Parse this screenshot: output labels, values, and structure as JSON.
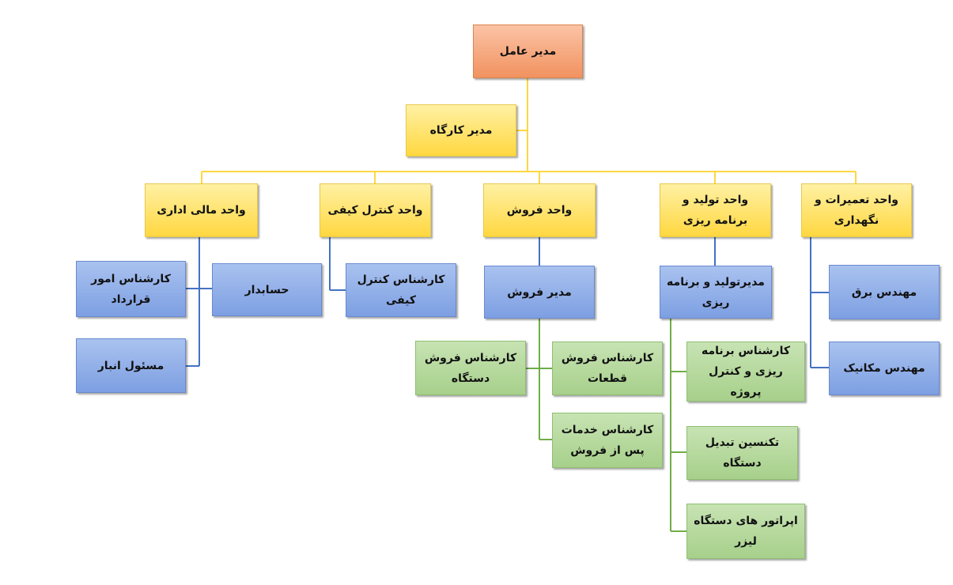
{
  "chart": {
    "ceo": "مدیر عامل",
    "workshop_manager": "مدیر کارگاه",
    "finance": "واحد مالی اداری",
    "quality": "واحد کنترل کیفی",
    "sales": "واحد فروش",
    "production": "واحد تولید و برنامه ریزی",
    "maintenance": "واحد تعمیرات و نگهداری",
    "contracts_expert": "کارشناس امور قرارداد",
    "accountant": "حسابدار",
    "warehouse_officer": "مسئول انبار",
    "qc_expert": "کارشناس کنترل کیفی",
    "sales_manager": "مدیر فروش",
    "device_sales_expert": "کارشناس فروش دستگاه",
    "parts_sales_expert": "کارشناس فروش قطعات",
    "after_sales_expert": "کارشناس خدمات پس از فروش",
    "production_manager": "مدیرتولید و برنامه ریزی",
    "planning_expert": "کارشناس برنامه ریزی و کنترل پروژه",
    "conversion_technician": "تکنسین تبدیل دستگاه",
    "laser_operators": "اپراتور های دستگاه لیزر",
    "electrical_engineer": "مهندس برق",
    "mechanical_engineer": "مهندس مکانیک"
  },
  "colors": {
    "yellow_line": "#ffd740",
    "blue_line": "#4472c4",
    "green_line": "#70ad47"
  }
}
